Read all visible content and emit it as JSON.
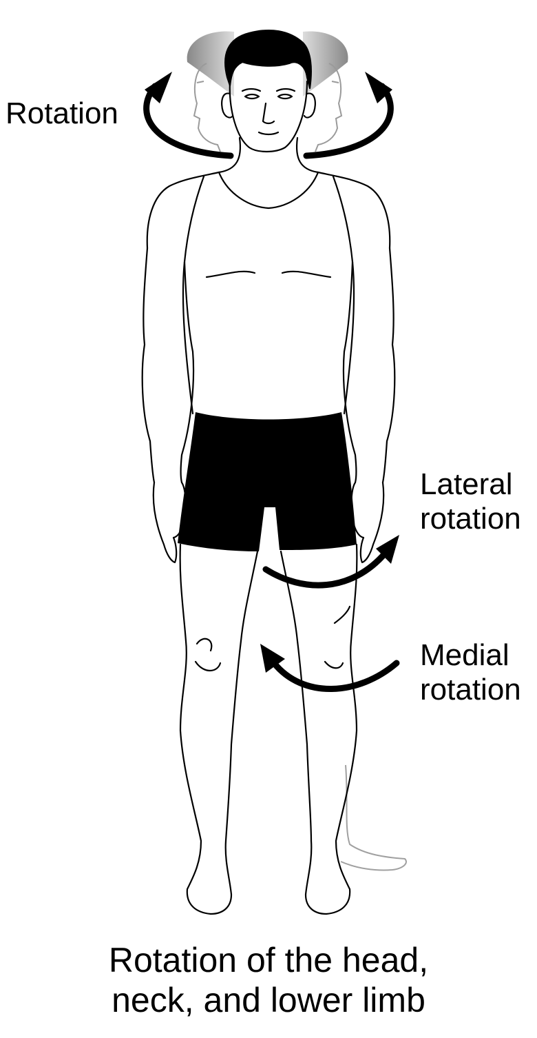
{
  "labels": {
    "head_rotation": "Rotation",
    "lateral_line1": "Lateral",
    "lateral_line2": "rotation",
    "medial_line1": "Medial",
    "medial_line2": "rotation"
  },
  "caption": {
    "line1": "Rotation of the head,",
    "line2": "neck, and lower limb"
  },
  "colors": {
    "ink": "#000000",
    "ghost": "#a0a0a0",
    "background": "#ffffff"
  }
}
